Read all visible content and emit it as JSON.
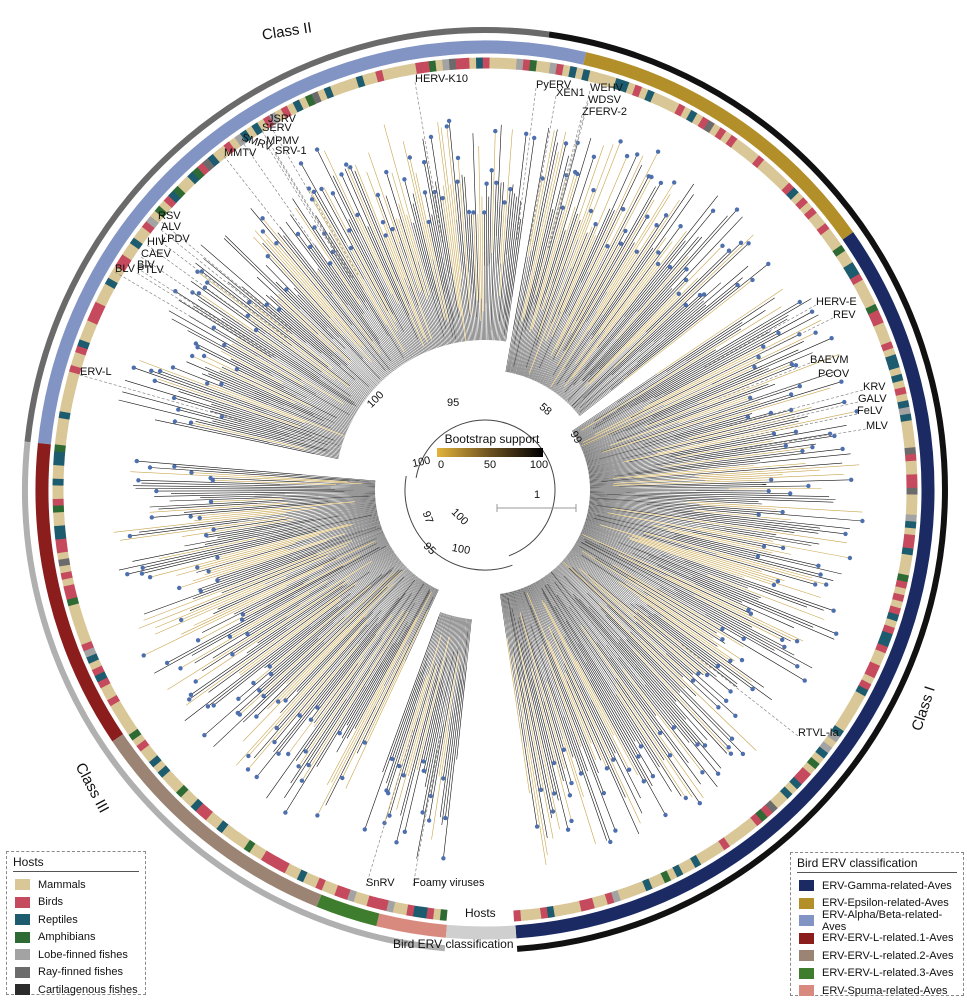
{
  "class_labels": {
    "class_i": "Class I",
    "class_ii": "Class II",
    "class_iii": "Class III"
  },
  "ring_labels": {
    "hosts": "Hosts",
    "bird_erv": "Bird ERV classification"
  },
  "bootstrap": {
    "title": "Bootstrap support",
    "ticks": [
      "0",
      "50",
      "100"
    ]
  },
  "scale_bar": {
    "label": "1"
  },
  "node_support": [
    "95",
    "100",
    "58",
    "99",
    "100",
    "97",
    "100",
    "95",
    "100"
  ],
  "virus_labels": [
    "HERV-K10",
    "PyERV",
    "XEN1",
    "WEHV",
    "WDSV",
    "ZFERV-2",
    "JSRV",
    "SERV",
    "SMRV",
    "MPMV",
    "SRV-1",
    "MMTV",
    "RSV",
    "ALV",
    "LPDV",
    "HIV",
    "CAEV",
    "BIV",
    "BLV",
    "PTLV",
    "ERV-L",
    "HERV-E",
    "REV",
    "BAEVM",
    "PCOV",
    "KRV",
    "GALV",
    "FeLV",
    "MLV",
    "RTVL-Ia",
    "SnRV",
    "Foamy viruses"
  ],
  "hosts_legend": {
    "title": "Hosts",
    "items": [
      {
        "label": "Mammals",
        "color": "#d9c797"
      },
      {
        "label": "Birds",
        "color": "#c64a5d"
      },
      {
        "label": "Reptiles",
        "color": "#1d5b6e"
      },
      {
        "label": "Amphibians",
        "color": "#2e6a34"
      },
      {
        "label": "Lobe-finned fishes",
        "color": "#a3a3a3"
      },
      {
        "label": "Ray-finned fishes",
        "color": "#6b6b6b"
      },
      {
        "label": "Cartilagenous fishes",
        "color": "#2b2b2b"
      }
    ]
  },
  "bird_legend": {
    "title": "Bird ERV classification",
    "items": [
      {
        "label": "ERV-Gamma-related-Aves",
        "color": "#1b2a63"
      },
      {
        "label": "ERV-Epsilon-related-Aves",
        "color": "#b38f2a"
      },
      {
        "label": "ERV-Alpha/Beta-related-Aves",
        "color": "#8294c4"
      },
      {
        "label": "ERV-ERV-L-related.1-Aves",
        "color": "#8b1d1d"
      },
      {
        "label": "ERV-ERV-L-related.2-Aves",
        "color": "#9b8474"
      },
      {
        "label": "ERV-ERV-L-related.3-Aves",
        "color": "#3f7d2e"
      },
      {
        "label": "ERV-Spuma-related-Aves",
        "color": "#d98a7e"
      }
    ]
  }
}
